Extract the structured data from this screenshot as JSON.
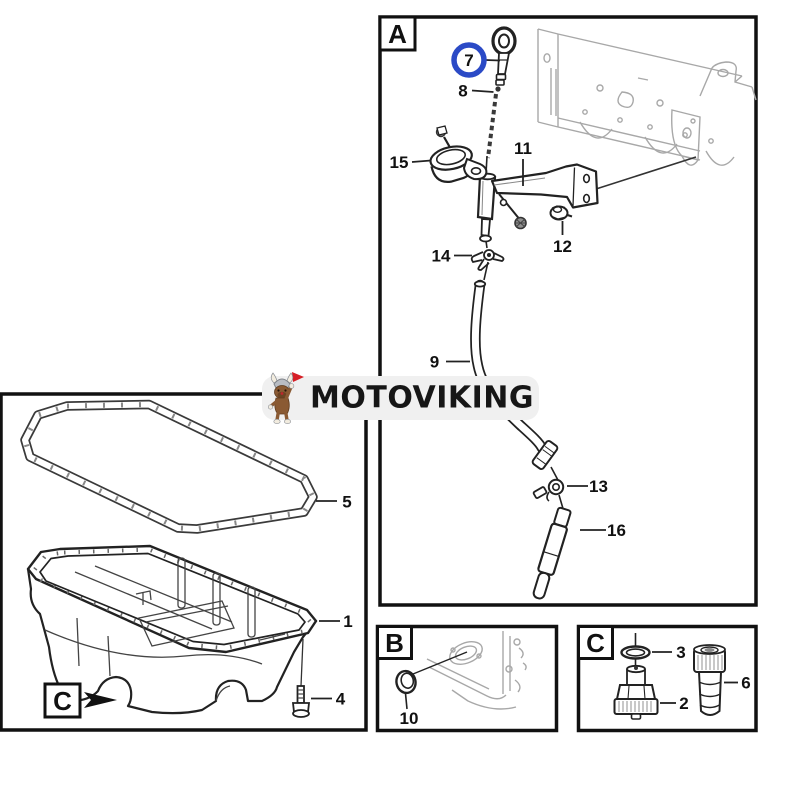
{
  "brand": {
    "name": "MOTOVIKING"
  },
  "colors": {
    "highlight_blue": "#2b4ac6",
    "line": "#222222",
    "faint_line": "#a8a8a8",
    "watermark_bg": "#f0f0f0"
  },
  "panel_a": {
    "label": "A",
    "highlighted": "7",
    "callouts": {
      "c7": "7",
      "c8": "8",
      "c15": "15",
      "c11": "11",
      "c12": "12",
      "c14": "14",
      "c9": "9",
      "c13": "13",
      "c16": "16"
    }
  },
  "main_view": {
    "label": "C",
    "callouts": {
      "c5": "5",
      "c1": "1",
      "c4": "4"
    }
  },
  "panel_b": {
    "label": "B",
    "callouts": {
      "c10": "10"
    }
  },
  "panel_c": {
    "label": "C",
    "callouts": {
      "c3": "3",
      "c2": "2",
      "c6": "6"
    }
  }
}
